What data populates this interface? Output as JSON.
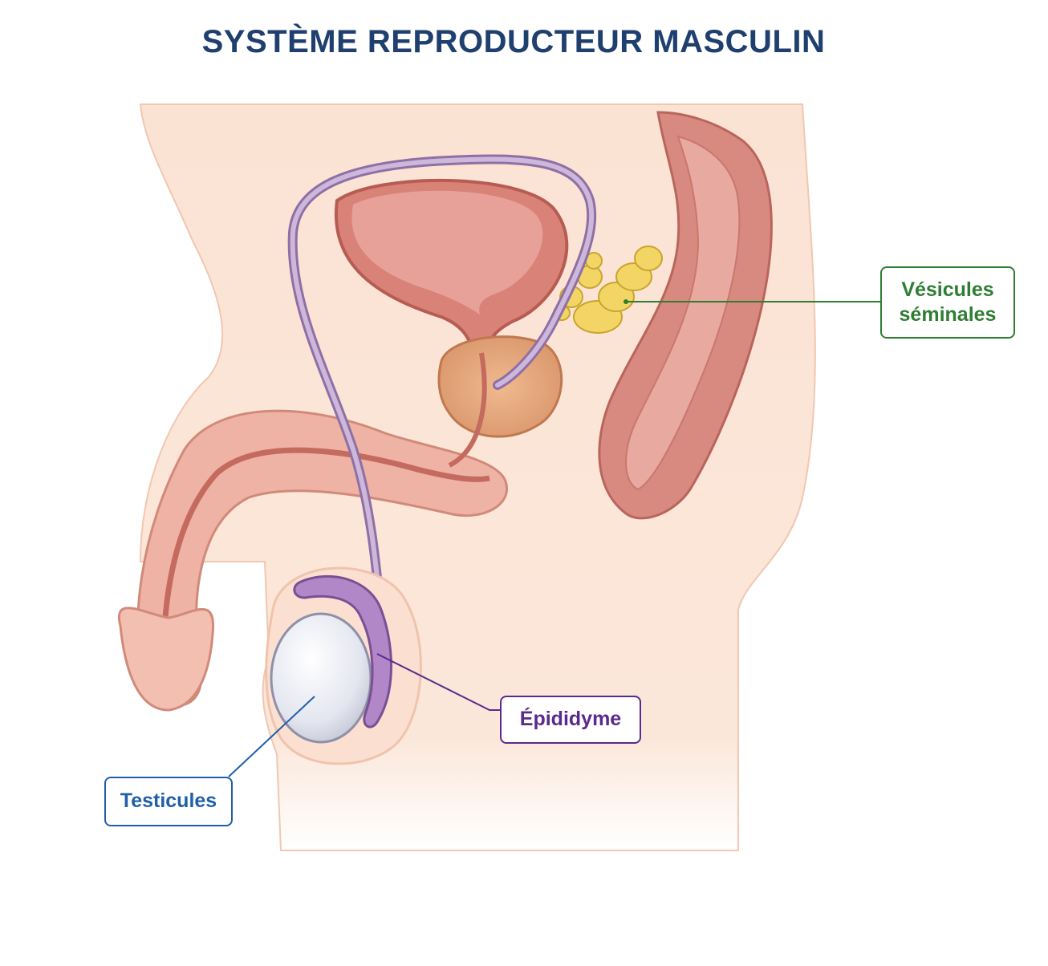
{
  "title": "SYSTÈME REPRODUCTEUR MASCULIN",
  "labels": {
    "vesicules": "Vésicules\nséminales",
    "epididyme": "Épididyme",
    "testicules": "Testicules"
  },
  "colors": {
    "title": "#1f3f6e",
    "vesicules": "#2f7d32",
    "epididyme": "#5a2a8c",
    "testicules": "#1f5fa8"
  }
}
